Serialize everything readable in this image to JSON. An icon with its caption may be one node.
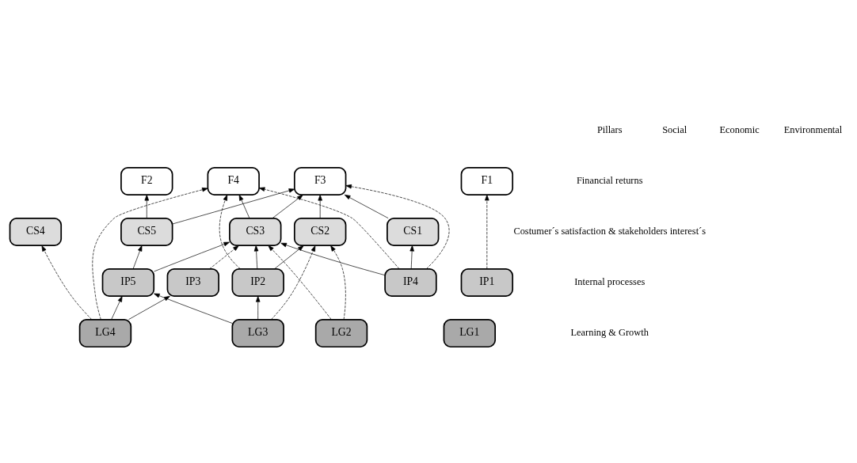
{
  "diagram": {
    "nodes": [
      {
        "text": [
          "F4"
        ]
      },
      {
        "text": [
          "F2"
        ]
      },
      {
        "text": [
          "F1"
        ]
      },
      {
        "text": [
          "F3"
        ]
      },
      {
        "text": [
          "CS1"
        ]
      },
      {
        "text": [
          "CS4"
        ]
      },
      {
        "text": [
          "CS5"
        ]
      },
      {
        "text": [
          "CS2"
        ]
      },
      {
        "text": [
          "CS3"
        ]
      },
      {
        "text": [
          "IP3"
        ]
      },
      {
        "text": [
          "IP4"
        ]
      },
      {
        "text": [
          "IP1"
        ]
      },
      {
        "text": [
          "IP2"
        ]
      },
      {
        "text": [
          "IP5"
        ]
      },
      {
        "text": [
          "LG4"
        ]
      },
      {
        "text": [
          "LG2"
        ]
      },
      {
        "text": [
          "LG1"
        ]
      },
      {
        "text": [
          "LG3"
        ]
      }
    ],
    "edges": [
      {
        "from": 4,
        "to": 3,
        "arrow": "to"
      },
      {
        "from": 6,
        "to": 1,
        "arrow": "to"
      },
      {
        "from": 6,
        "to": 3,
        "arrow": "to"
      },
      {
        "from": 7,
        "to": 3,
        "arrow": "to"
      },
      {
        "from": 8,
        "to": 3,
        "arrow": "to"
      },
      {
        "from": 8,
        "to": 0,
        "arrow": "to"
      },
      {
        "from": 14,
        "to": 0,
        "arrow": "to",
        "style": "dashed"
      },
      {
        "from": 10,
        "to": 0,
        "arrow": "to",
        "style": "dashed"
      },
      {
        "from": 12,
        "to": 0,
        "arrow": "to",
        "style": "dashed"
      },
      {
        "from": 10,
        "to": 3,
        "arrow": "to",
        "style": "dashed"
      },
      {
        "from": 11,
        "to": 2,
        "arrow": "to",
        "style": "dashed"
      },
      {
        "from": 10,
        "to": 4,
        "arrow": "to"
      },
      {
        "from": 10,
        "to": 8,
        "arrow": "to"
      },
      {
        "from": 12,
        "to": 7,
        "arrow": "to"
      },
      {
        "from": 12,
        "to": 8,
        "arrow": "to"
      },
      {
        "from": 13,
        "to": 6,
        "arrow": "to"
      },
      {
        "from": 13,
        "to": 8,
        "arrow": "to"
      },
      {
        "from": 15,
        "to": 7,
        "arrow": "to",
        "style": "dashed"
      },
      {
        "from": 17,
        "to": 7,
        "arrow": "to",
        "style": "dashed"
      },
      {
        "from": 9,
        "to": 8,
        "arrow": "to",
        "style": "dashed"
      },
      {
        "from": 15,
        "to": 8,
        "arrow": "to",
        "style": "dashed"
      },
      {
        "from": 14,
        "to": 5,
        "arrow": "to",
        "style": "dashed"
      },
      {
        "from": 17,
        "to": 12,
        "arrow": "to"
      },
      {
        "from": 17,
        "to": 13,
        "arrow": "to"
      },
      {
        "from": 14,
        "to": 9,
        "arrow": "to"
      },
      {
        "from": 14,
        "to": 13,
        "arrow": "to"
      }
    ],
    "labels": [
      "Pillars",
      "Social",
      "Economic",
      "Environmental",
      "Financial returns",
      "Costumer´s satisfaction & stakeholders interest´s",
      "Internal processes",
      "Learning & Growth"
    ]
  }
}
